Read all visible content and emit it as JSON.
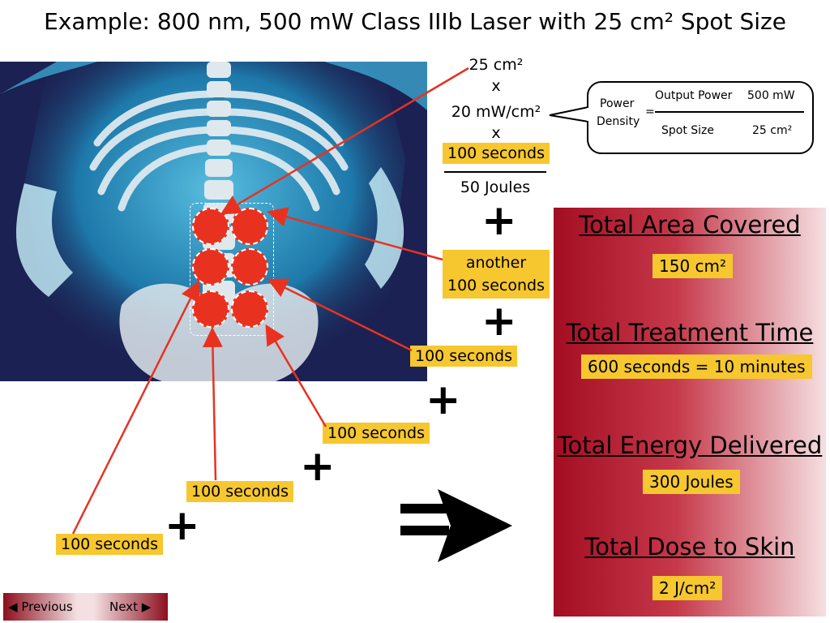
{
  "title": "Example: 800 nm, 500 mW Class IIIb Laser with 25 cm² Spot Size",
  "calc": {
    "area": "25 cm²",
    "times1": "x",
    "density": "20 mW/cm²",
    "times2": "x",
    "seconds": "100 seconds",
    "result": "50 Joules"
  },
  "formula": {
    "lhs_line1": "Power",
    "lhs_line2": "Density",
    "equals": "=",
    "numerator_label": "Output Power",
    "numerator_value": "500 mW",
    "denominator_label": "Spot Size",
    "denominator_value": "25 cm²"
  },
  "labels": {
    "another_line1": "another",
    "another_line2": "100 seconds",
    "s3": "100 seconds",
    "s4": "100 seconds",
    "s5": "100 seconds",
    "s6": "100 seconds"
  },
  "plus_sign": "+",
  "summary": {
    "area_title": "Total Area Covered",
    "area_value": "150 cm²",
    "time_title": "Total Treatment Time",
    "time_value": "600 seconds = 10 minutes",
    "energy_title": "Total Energy Delivered",
    "energy_value": "300 Joules",
    "dose_title": "Total Dose to Skin",
    "dose_value": "2 J/cm²"
  },
  "nav": {
    "previous": "Previous",
    "next": "Next"
  },
  "colors": {
    "highlight": "#f6c72f",
    "spot": "#e8321f",
    "arrow": "#e8321f",
    "summary_dark": "#a30d22",
    "photo_bg": "#1a1f4f"
  }
}
